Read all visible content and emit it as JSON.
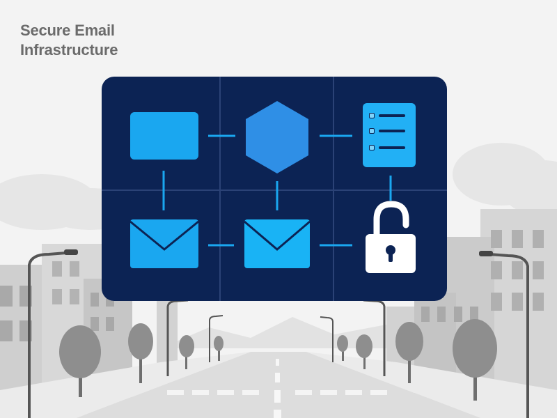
{
  "title": {
    "line1": "Secure Email",
    "line2": "Infrastructure"
  },
  "colors": {
    "panel": "#0c2354",
    "grid": "#2a3f70",
    "node_light": "#1aa7f0",
    "node_mid": "#2f8fe6",
    "envelope": "#19b3f5",
    "connector": "#1aa7f0",
    "lock": "#ffffff",
    "background": "#f2f2f2",
    "building": "#c9c9c9",
    "tree": "#8f8f8f",
    "road": "#dcdcdc"
  },
  "diagram": {
    "nodes": [
      {
        "id": "rect",
        "icon": "rectangle-node-icon"
      },
      {
        "id": "hexagon",
        "icon": "hexagon-icon"
      },
      {
        "id": "server-list",
        "icon": "server-list-icon"
      },
      {
        "id": "envelope-1",
        "icon": "envelope-icon"
      },
      {
        "id": "envelope-2",
        "icon": "envelope-icon"
      },
      {
        "id": "padlock",
        "icon": "unlocked-padlock-icon"
      }
    ]
  }
}
